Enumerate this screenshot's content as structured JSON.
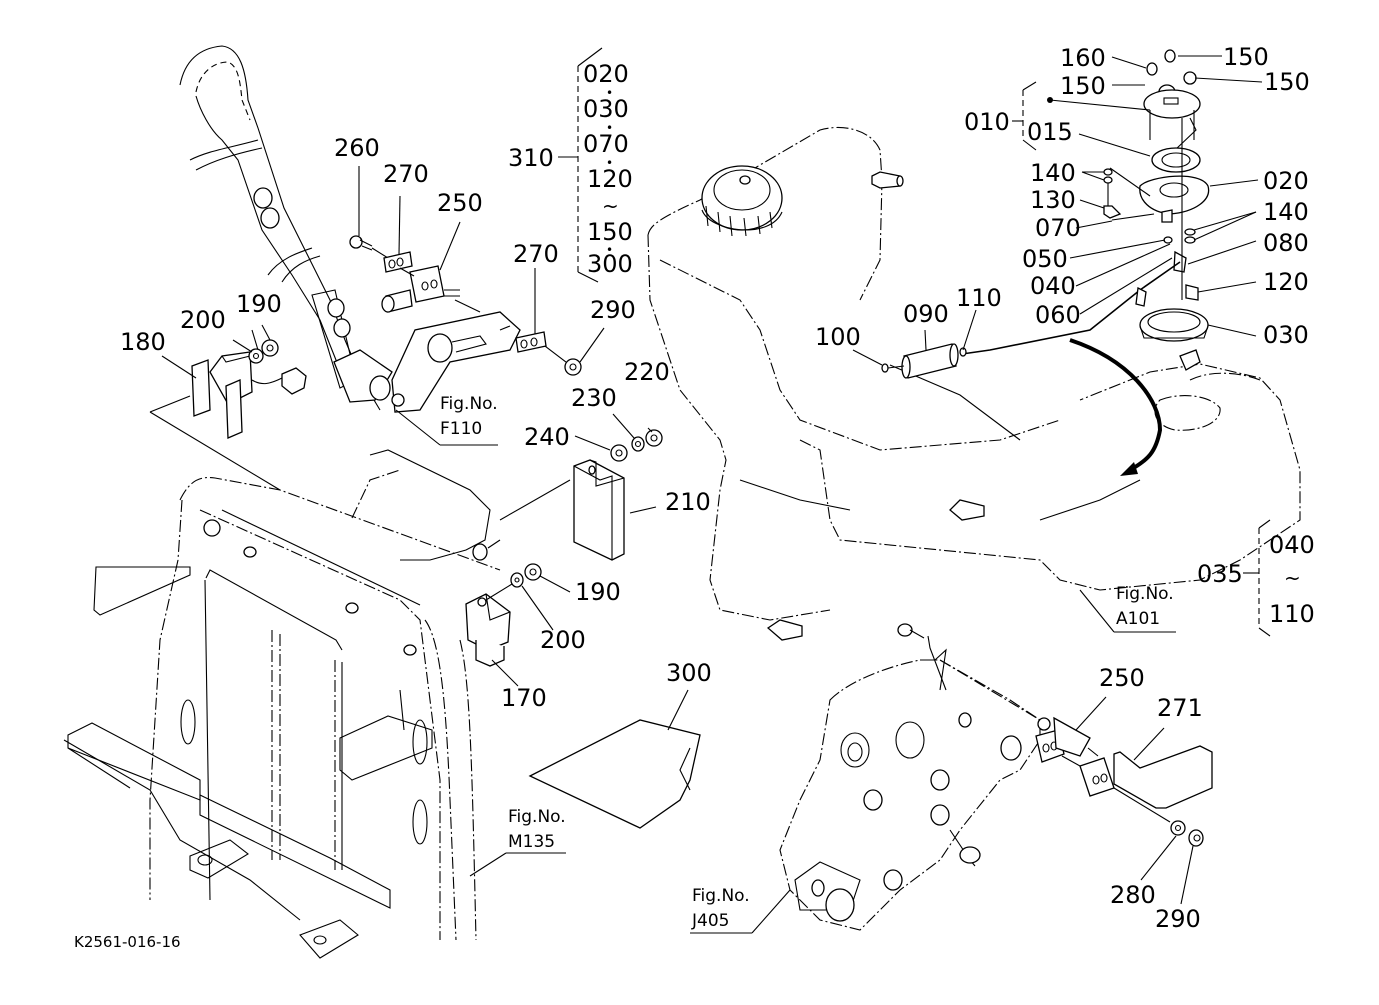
{
  "diagram": {
    "title_code": "K2561-016-16",
    "figure_refs": [
      {
        "id": "f110",
        "line1": "Fig.No.",
        "line2": "F110"
      },
      {
        "id": "a101",
        "line1": "Fig.No.",
        "line2": "A101"
      },
      {
        "id": "m135",
        "line1": "Fig.No.",
        "line2": "M135"
      },
      {
        "id": "j405",
        "line1": "Fig.No.",
        "line2": "J405"
      }
    ],
    "kit_310": {
      "label": "310",
      "items": [
        "020",
        "030",
        "070",
        "120",
        "150",
        "300"
      ],
      "separators": [
        "•",
        "•",
        "•",
        "~",
        "•"
      ]
    },
    "kit_010": {
      "label": "010",
      "items": [
        "015"
      ]
    },
    "kit_035": {
      "label": "035",
      "items": [
        "040",
        "110"
      ],
      "separator": "~"
    },
    "callouts": {
      "c260": "260",
      "c270a": "270",
      "c250a": "250",
      "c270b": "270",
      "c290a": "290",
      "c200a": "200",
      "c190a": "190",
      "c180": "180",
      "c220": "220",
      "c230": "230",
      "c240": "240",
      "c210": "210",
      "c190b": "190",
      "c200b": "200",
      "c170": "170",
      "c300": "300",
      "c160": "160",
      "c150a": "150",
      "c150b": "150",
      "c150c": "150",
      "c020": "020",
      "c140a": "140",
      "c130": "130",
      "c140b": "140",
      "c070": "070",
      "c080": "080",
      "c050": "050",
      "c040": "040",
      "c120": "120",
      "c060": "060",
      "c110": "110",
      "c090": "090",
      "c100": "100",
      "c030": "030",
      "c250b": "250",
      "c271": "271",
      "c280": "280",
      "c290b": "290"
    },
    "colors": {
      "ink": "#000000",
      "paper": "#ffffff"
    }
  }
}
